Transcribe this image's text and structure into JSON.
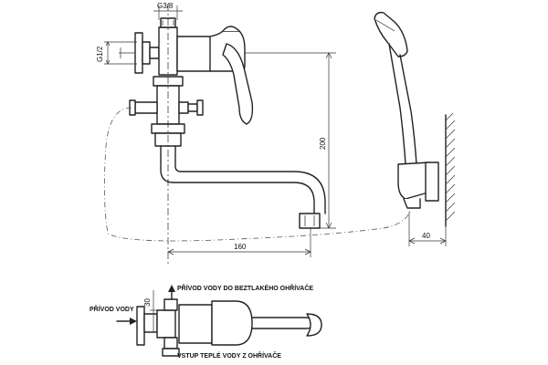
{
  "dimensions": {
    "thread_top": "G3/8",
    "thread_side": "G1/2",
    "height": "200",
    "spout_reach": "160",
    "wall_offset": "40",
    "lower_offset": "30"
  },
  "labels": {
    "inlet": "PŘÍVOD VODY",
    "outlet_to_heater": "PŘÍVOD VODY DO BEZTLAKÉHO OHŘÍVAČE",
    "hot_water_in": "VSTUP TEPLÉ VODY Z OHŘÍVAČE"
  }
}
